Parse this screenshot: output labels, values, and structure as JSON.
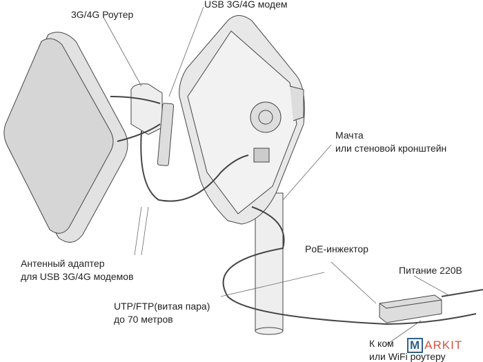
{
  "labels": {
    "router": "3G/4G Роутер",
    "usb_modem": "USB 3G/4G модем",
    "mast_line1": "Мачта",
    "mast_line2": "или стеновой кронштейн",
    "poe": "PoE-инжектор",
    "power": "Питание 220В",
    "adapter_line1": "Антенный адаптер",
    "adapter_line2": "для USB 3G/4G модемов",
    "cable_line1": "UTP/FTP(витая пара)",
    "cable_line2": "до 70 метров",
    "pc_line1": "К ком",
    "pc_line2": "или WiFi роутеру"
  },
  "watermark": {
    "m": "M",
    "rest": "ARKIT"
  },
  "colors": {
    "panel": "#e6e6e6",
    "outline": "#444444",
    "wm_blue": "#2f5f8a",
    "wm_red": "#d9503f"
  }
}
